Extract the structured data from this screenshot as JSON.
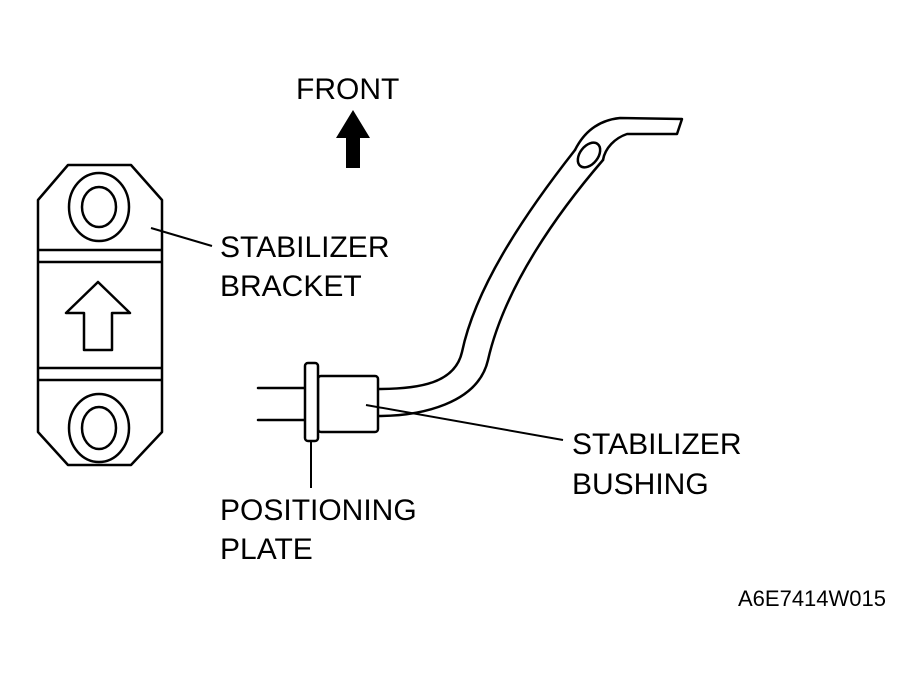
{
  "labels": {
    "front": "FRONT",
    "stabilizer_bracket_line1": "STABILIZER",
    "stabilizer_bracket_line2": "BRACKET",
    "stabilizer_bushing_line1": "STABILIZER",
    "stabilizer_bushing_line2": "BUSHING",
    "positioning_plate_line1": "POSITIONING",
    "positioning_plate_line2": "PLATE"
  },
  "figure_code": "A6E7414W015",
  "colors": {
    "ink": "#000000",
    "paper": "#ffffff"
  },
  "icons": {
    "front_direction": "arrow-up-icon",
    "bracket_direction": "arrow-up-outline-icon"
  }
}
